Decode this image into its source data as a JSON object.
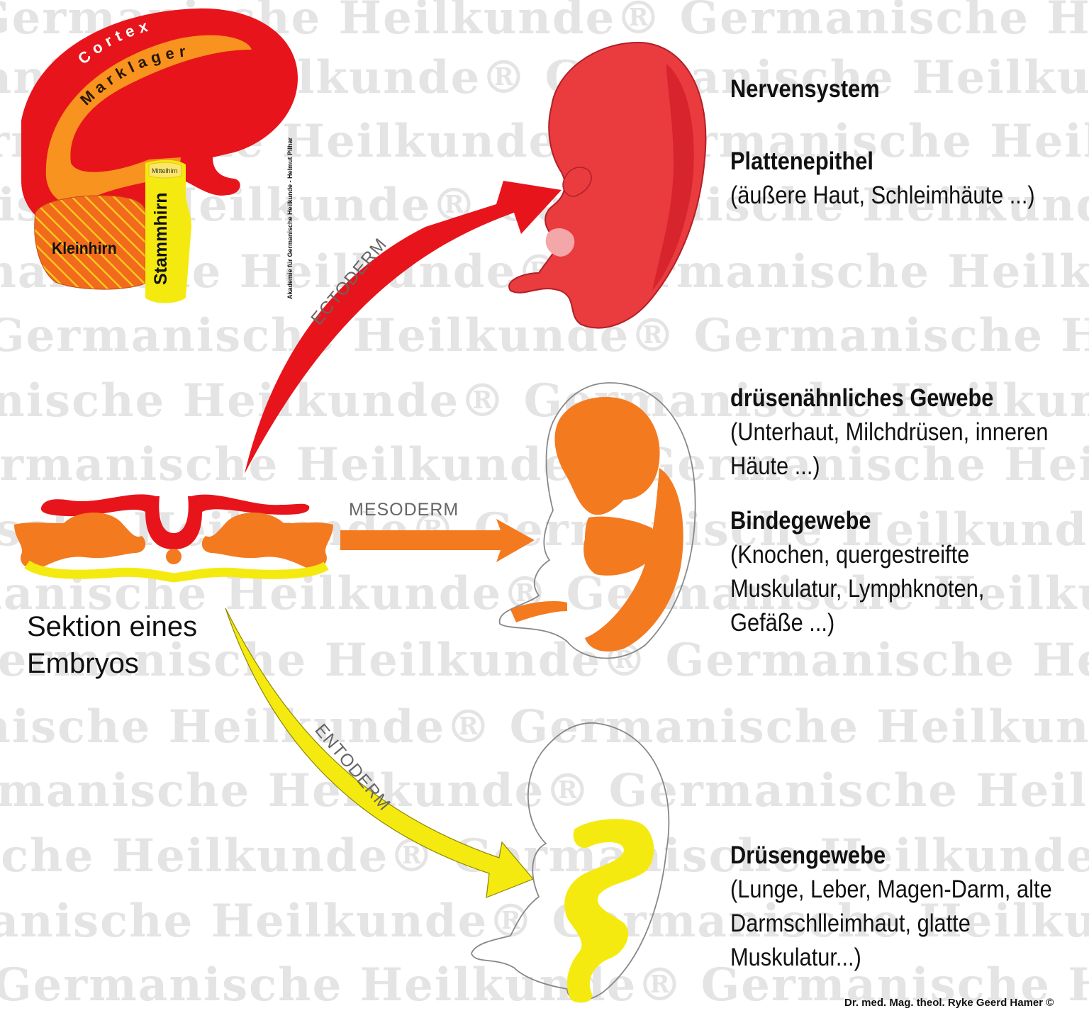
{
  "watermark": {
    "text": "Germanische Heilkunde®"
  },
  "brain": {
    "cortex": "Cortex",
    "marklager": "Marklager",
    "mittelhirn": "Mittelhirn",
    "kleinhirn": "Kleinhirn",
    "stammhirn": "Stammhirn"
  },
  "credit_vertical": "Akademie für Germanische Heilkunde - Helmut Pilhar",
  "germ_layers": {
    "ectoderm": "ECTODERM",
    "mesoderm": "MESODERM",
    "entoderm": "ENTODERM"
  },
  "section_label": "Sektion eines Embryos",
  "tissues": {
    "ectoderm": [
      {
        "title": "Nervensystem",
        "desc": ""
      },
      {
        "title": "Plattenepithel",
        "desc": "(äußere Haut, Schleimhäute ...)"
      }
    ],
    "mesoderm": [
      {
        "title": "drüsenähnliches Gewebe",
        "desc": "(Unterhaut, Milchdrüsen, inneren Häute ...)"
      },
      {
        "title": "Bindegewebe",
        "desc": "(Knochen, quergestreifte Muskulatur, Lymphknoten, Gefäße  ...)"
      }
    ],
    "entoderm": [
      {
        "title": "Drüsengewebe",
        "desc": "(Lunge, Leber, Magen-Darm, alte Darmschlleimhaut, glatte Muskulatur...)"
      }
    ]
  },
  "copyright": "Dr. med. Mag. theol. Ryke Geerd Hamer ©",
  "colors": {
    "ectoderm": "#e8141b",
    "mesoderm": "#f47a20",
    "entoderm": "#f5ea10",
    "marklager": "#f7931e",
    "embryo_red": "#ea3b3f"
  }
}
